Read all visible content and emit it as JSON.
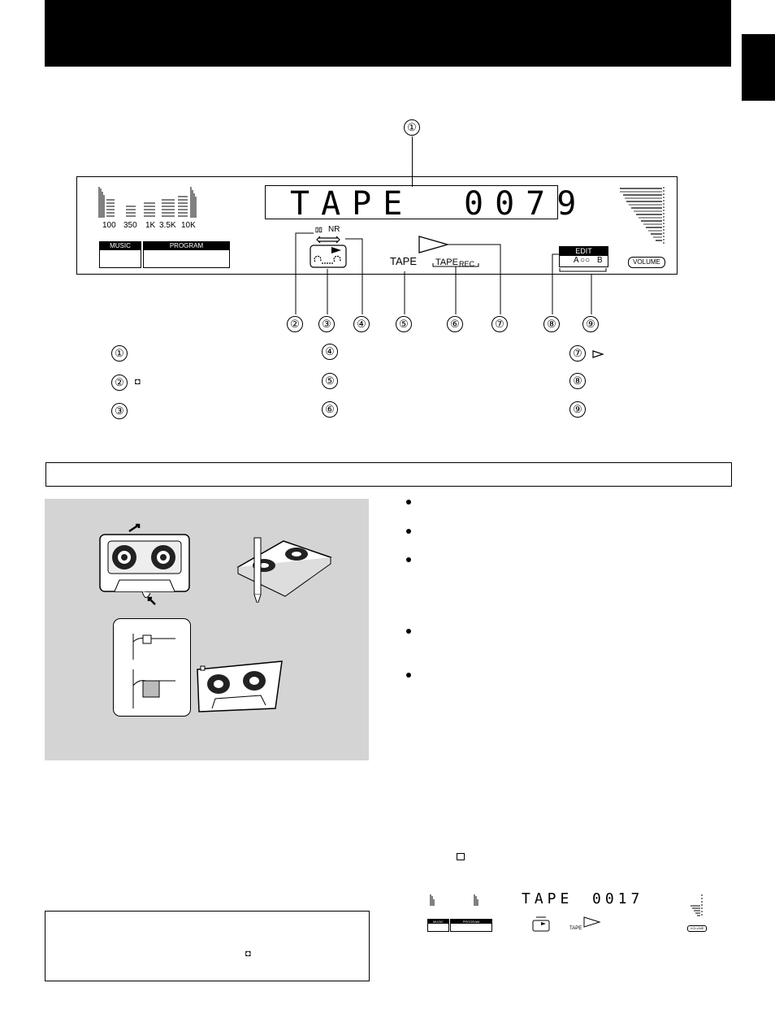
{
  "display": {
    "main_text": "TAPE",
    "counter": "0079",
    "eq_freqs": [
      "100",
      "350",
      "1K",
      "3.5K",
      "10K"
    ],
    "music_label": "MUSIC",
    "program_label": "PROGRAM",
    "nr_label": "NR",
    "tape_label": "TAPE",
    "tape_rec_label": "TAPE",
    "rec_label": "REC",
    "edit_label": "EDIT",
    "ab_a": "A",
    "ab_b": "B",
    "volume_label": "VOLUME"
  },
  "callouts": [
    "①",
    "②",
    "③",
    "④",
    "⑤",
    "⑥",
    "⑦",
    "⑧",
    "⑨"
  ],
  "legend": {
    "col1": [
      "①",
      "②",
      "③"
    ],
    "col2": [
      "④",
      "⑤",
      "⑥"
    ],
    "col3": [
      "⑦",
      "⑧",
      "⑨"
    ]
  },
  "mini_display": {
    "main_text": "TAPE",
    "counter": "0017",
    "music_label": "MUSIC",
    "program_label": "PROGRAM",
    "tape_label": "TAPE",
    "volume_label": "VOLUME"
  }
}
